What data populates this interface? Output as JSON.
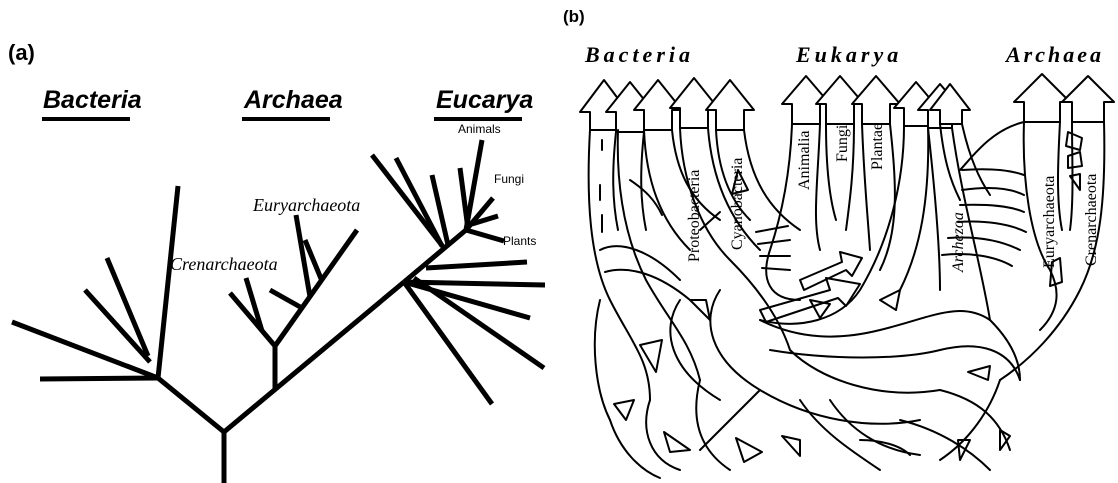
{
  "panel_a": {
    "label": "(a)",
    "domains": {
      "bacteria": "Bacteria",
      "archaea": "Archaea",
      "eucarya": "Eucarya"
    },
    "subgroups": {
      "crenarchaeota": "Crenarchaeota",
      "euryarchaeota": "Euryarchaeota",
      "animals": "Animals",
      "fungi": "Fungi",
      "plants": "Plants"
    }
  },
  "panel_b": {
    "label": "(b)",
    "domains": {
      "bacteria": "Bacteria",
      "eukarya": "Eukarya",
      "archaea": "Archaea"
    },
    "lineages": {
      "proteobacteria": "Proteobacteria",
      "cyanobacteria": "Cyanobacteria",
      "animalia": "Animalia",
      "fungi": "Fungi",
      "plantae": "Plantae",
      "archezoa": "Archezoa",
      "euryarchaeota": "Euryarchaeota",
      "crenarchaeota": "Crenarchaeota"
    }
  },
  "colors": {
    "ink": "#000000",
    "background": "#ffffff"
  }
}
